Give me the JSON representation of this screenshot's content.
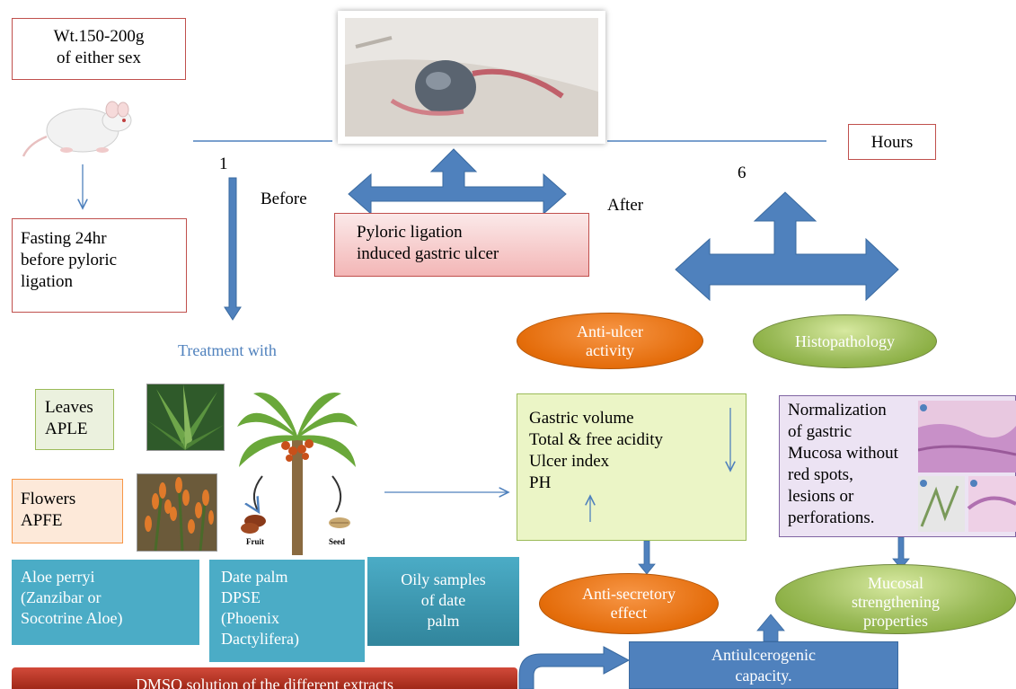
{
  "specimen": {
    "text": "Wt.150-200g\nof either sex"
  },
  "fasting": {
    "text": "Fasting 24hr\nbefore pyloric\nligation"
  },
  "timeline": {
    "start": "1",
    "end": "6",
    "unit": "Hours",
    "before": "Before",
    "after": "After"
  },
  "procedure": {
    "text": "Pyloric ligation\ninduced gastric ulcer"
  },
  "treatment": {
    "heading": "Treatment with"
  },
  "extracts": {
    "leaves": "Leaves\nAPLE",
    "flowers": "Flowers\nAPFE",
    "fruit_label": "Fruit",
    "seed_label": "Seed"
  },
  "plants": {
    "aloe": "Aloe perryi\n(Zanzibar or\nSocotrine Aloe)",
    "date_palm": "Date palm\nDPSE\n(Phoenix\nDactylifera)",
    "oily": "Oily samples\nof date\npalm"
  },
  "vehicle": {
    "text": "DMSO solution of the different extracts"
  },
  "outcomes": {
    "anti_ulcer": "Anti-ulcer\nactivity",
    "histopathology": "Histopathology",
    "parameters": "Gastric volume\nTotal & free acidity\nUlcer index\nPH",
    "normalization": "Normalization\nof gastric\nMucosa without\nred spots,\nlesions or\nperforations.",
    "anti_secretory": "Anti-secretory\neffect",
    "mucosal": "Mucosal\nstrengthening\nproperties",
    "antiulcerogenic": "Antiulcerogenic\ncapacity."
  },
  "colors": {
    "arrow_blue": "#4f81bd",
    "teal": "#4bacc6",
    "orange": "#f79646",
    "green": "#9bbb59",
    "red_box": "#c00000",
    "line": "#4f81bd"
  }
}
